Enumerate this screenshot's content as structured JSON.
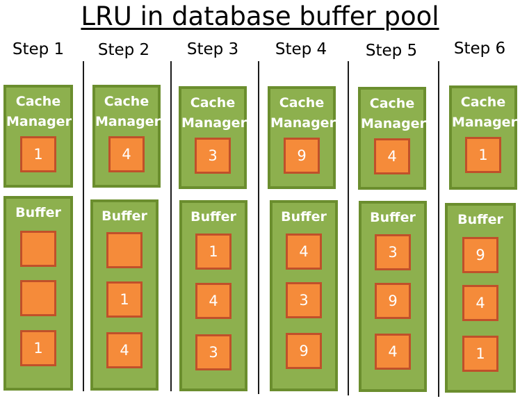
{
  "title": "LRU in database buffer pool",
  "cache_manager_label": "Cache\nManager",
  "buffer_label": "Buffer",
  "steps": [
    {
      "label": "Step 1",
      "cache": "1",
      "buffer": [
        "",
        "",
        "1"
      ]
    },
    {
      "label": "Step 2",
      "cache": "4",
      "buffer": [
        "",
        "1",
        "4"
      ]
    },
    {
      "label": "Step 3",
      "cache": "3",
      "buffer": [
        "1",
        "4",
        "3"
      ]
    },
    {
      "label": "Step 4",
      "cache": "9",
      "buffer": [
        "4",
        "3",
        "9"
      ]
    },
    {
      "label": "Step 5",
      "cache": "4",
      "buffer": [
        "3",
        "9",
        "4"
      ]
    },
    {
      "label": "Step 6",
      "cache": "1",
      "buffer": [
        "9",
        "4",
        "1"
      ]
    }
  ],
  "colors": {
    "panel_fill": "#8db04e",
    "panel_border": "#6b8e2e",
    "slot_fill": "#f58b3a",
    "slot_border": "#c0502a",
    "text_on_panel": "#ffffff"
  }
}
